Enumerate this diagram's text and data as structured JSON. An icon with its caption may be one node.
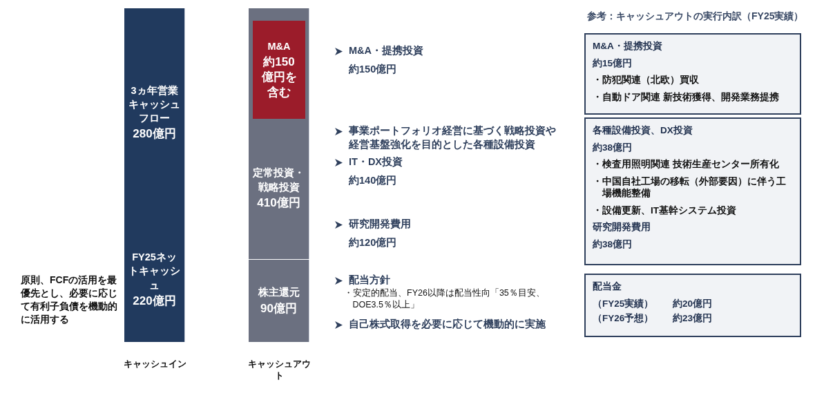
{
  "diagram": {
    "nodes": [
      {
        "text": [
          "3ヵ年営業キャッシュフロー",
          "280億円"
        ]
      },
      {
        "text": [
          "FY25ネットキャッシュ",
          "220億円"
        ]
      },
      {
        "text": [
          "定常投資・戦略投資",
          "410億円"
        ]
      },
      {
        "text": [
          "M&A",
          "約150億円を含む"
        ],
        "in": 2
      },
      {
        "text": [
          "株主還元",
          "90億円"
        ]
      },
      {
        "text": [
          "M&A・提携投資",
          "約15億円",
          "・防犯関連（北欧）買収",
          "・自動ドア関連 新技術獲得、開発業務提携"
        ]
      },
      {
        "text": [
          "各種設備投資、DX投資",
          "約38億円",
          "・検査用照明関連 技術生産センター所有化",
          "・中国自社工場の移転（外部要因）に伴う工場機能整備",
          "・設備更新、IT基幹システム投資",
          "研究開発費用",
          "約38億円"
        ]
      },
      {
        "text": [
          "配当金",
          "（FY25実績）",
          "約20億円",
          "（FY26予想）",
          "約23億円"
        ]
      }
    ],
    "edges": [],
    "labels": [
      "参考：キャッシュアウトの実行内訳（FY25実績）",
      "M&A・提携投資",
      "約150億円",
      "事業ポートフォリオ経営に基づく戦略投資や経営基盤強化を目的とした各種設備投資",
      "IT・DX投資",
      "約140億円",
      "研究開発費用",
      "約120億円",
      "配当方針",
      "・安定的配当、FY26以降は配当性向「35％目安、DOE3.5％以上」",
      "自己株式取得を必要に応じて機動的に実施",
      "原則、FCFの活用を最優先とし、必要に応じて有利子負債を機動的に活用する",
      "キャッシュイン",
      "キャッシュアウト"
    ]
  }
}
